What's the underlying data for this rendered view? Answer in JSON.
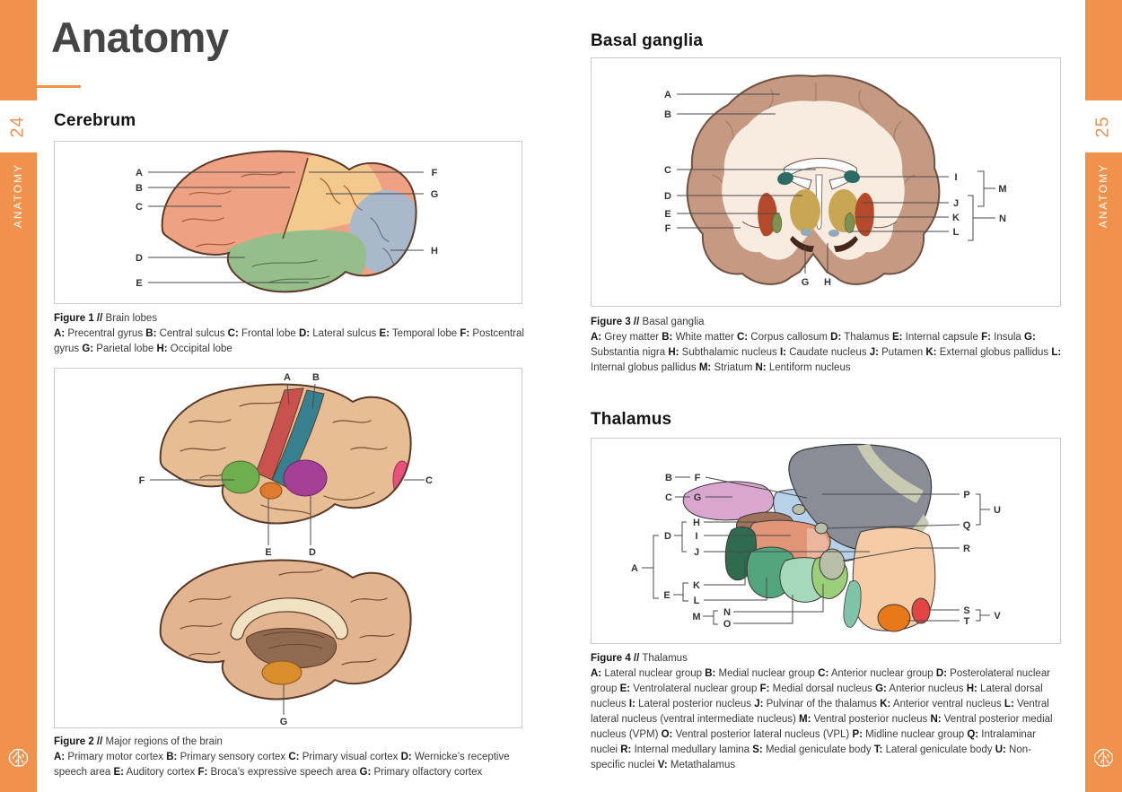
{
  "accent_color": "#F0914C",
  "sidebar": {
    "left_page_number": "24",
    "right_page_number": "25",
    "section_label_left": "ANATOMY",
    "section_label_right": "ANATOMY",
    "corner_icon": "brain-icon"
  },
  "left_page": {
    "title": "Anatomy",
    "heading": "Cerebrum"
  },
  "right_page": {
    "heading_basal": "Basal ganglia",
    "heading_thalamus": "Thalamus"
  },
  "figures": [
    {
      "id": "fig1",
      "head": "Figure 1 //",
      "title": "Brain lobes",
      "entries": [
        {
          "k": "A",
          "t": "Precentral gyrus"
        },
        {
          "k": "B",
          "t": "Central sulcus"
        },
        {
          "k": "C",
          "t": "Frontal lobe"
        },
        {
          "k": "D",
          "t": "Lateral sulcus"
        },
        {
          "k": "E",
          "t": "Temporal lobe"
        },
        {
          "k": "F",
          "t": "Postcentral gyrus"
        },
        {
          "k": "G",
          "t": "Parietal lobe"
        },
        {
          "k": "H",
          "t": "Occipital lobe"
        }
      ],
      "callouts": [
        "A",
        "B",
        "C",
        "D",
        "E",
        "F",
        "G",
        "H"
      ]
    },
    {
      "id": "fig2",
      "head": "Figure 2 //",
      "title": "Major regions of the brain",
      "entries": [
        {
          "k": "A",
          "t": "Primary motor cortex"
        },
        {
          "k": "B",
          "t": "Primary sensory cortex"
        },
        {
          "k": "C",
          "t": "Primary visual cortex"
        },
        {
          "k": "D",
          "t": "Wernicke’s receptive speech area"
        },
        {
          "k": "E",
          "t": "Auditory cortex"
        },
        {
          "k": "F",
          "t": "Broca’s expressive speech area"
        },
        {
          "k": "G",
          "t": "Primary olfactory cortex"
        }
      ],
      "callouts": [
        "A",
        "B",
        "C",
        "D",
        "E",
        "F",
        "G"
      ]
    },
    {
      "id": "fig3",
      "head": "Figure 3 //",
      "title": "Basal ganglia",
      "entries": [
        {
          "k": "A",
          "t": "Grey matter"
        },
        {
          "k": "B",
          "t": "White matter"
        },
        {
          "k": "C",
          "t": "Corpus callosum"
        },
        {
          "k": "D",
          "t": "Thalamus"
        },
        {
          "k": "E",
          "t": "Internal capsule"
        },
        {
          "k": "F",
          "t": "Insula"
        },
        {
          "k": "G",
          "t": "Substantia nigra"
        },
        {
          "k": "H",
          "t": "Subthalamic nucleus"
        },
        {
          "k": "I",
          "t": "Caudate nucleus"
        },
        {
          "k": "J",
          "t": "Putamen"
        },
        {
          "k": "K",
          "t": "External globus pallidus"
        },
        {
          "k": "L",
          "t": "Internal globus pallidus"
        },
        {
          "k": "M",
          "t": "Striatum"
        },
        {
          "k": "N",
          "t": "Lentiform nucleus"
        }
      ],
      "callouts": [
        "A",
        "B",
        "C",
        "D",
        "E",
        "F",
        "G",
        "H",
        "I",
        "J",
        "K",
        "L",
        "M",
        "N"
      ]
    },
    {
      "id": "fig4",
      "head": "Figure 4 //",
      "title": "Thalamus",
      "entries": [
        {
          "k": "A",
          "t": "Lateral nuclear group"
        },
        {
          "k": "B",
          "t": "Medial nuclear group"
        },
        {
          "k": "C",
          "t": "Anterior nuclear group"
        },
        {
          "k": "D",
          "t": "Posterolateral nuclear group"
        },
        {
          "k": "E",
          "t": "Ventrolateral nuclear group"
        },
        {
          "k": "F",
          "t": "Medial dorsal nucleus"
        },
        {
          "k": "G",
          "t": "Anterior nucleus"
        },
        {
          "k": "H",
          "t": "Lateral dorsal nucleus"
        },
        {
          "k": "I",
          "t": "Lateral posterior nucleus"
        },
        {
          "k": "J",
          "t": "Pulvinar of the thalamus"
        },
        {
          "k": "K",
          "t": "Anterior ventral nucleus"
        },
        {
          "k": "L",
          "t": "Ventral lateral nucleus (ventral intermediate nucleus)"
        },
        {
          "k": "M",
          "t": "Ventral posterior nucleus"
        },
        {
          "k": "N",
          "t": "Ventral posterior medial nucleus (VPM)"
        },
        {
          "k": "O",
          "t": "Ventral posterior lateral nucleus (VPL)"
        },
        {
          "k": "P",
          "t": "Midline nuclear group"
        },
        {
          "k": "Q",
          "t": "Intralaminar nuclei"
        },
        {
          "k": "R",
          "t": "Internal medullary lamina"
        },
        {
          "k": "S",
          "t": "Medial geniculate body"
        },
        {
          "k": "T",
          "t": "Lateral geniculate body"
        },
        {
          "k": "U",
          "t": "Non-specific nuclei"
        },
        {
          "k": "V",
          "t": "Metathalamus"
        }
      ],
      "callouts": [
        "A",
        "B",
        "C",
        "D",
        "E",
        "F",
        "G",
        "H",
        "I",
        "J",
        "K",
        "L",
        "M",
        "N",
        "O",
        "P",
        "Q",
        "R",
        "S",
        "T",
        "U",
        "V"
      ]
    }
  ]
}
